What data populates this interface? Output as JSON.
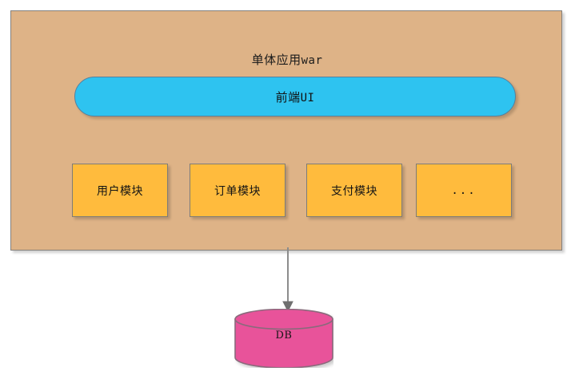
{
  "diagram": {
    "title": "单体应用war",
    "background": "#ffffff",
    "container": {
      "label": "单体应用war",
      "fill": "#deb387",
      "stroke": "#84807c"
    },
    "frontend": {
      "label_cjk": "前端",
      "label_ascii": "UI",
      "fill": "#2ec3f0",
      "stroke": "#57809c"
    },
    "modules": {
      "fill": "#ffbb3d",
      "stroke": "#7e7c78",
      "items": [
        {
          "label": "用户模块",
          "mono": false
        },
        {
          "label": "订单模块",
          "mono": false
        },
        {
          "label": "支付模块",
          "mono": false
        },
        {
          "label": "...",
          "mono": true
        }
      ]
    },
    "connector": {
      "stroke": "#8c8c8c",
      "arrowhead": "filled-triangle-down"
    },
    "database": {
      "label": "DB",
      "fill": "#e8539a",
      "stroke": "#8a6b7c"
    }
  }
}
